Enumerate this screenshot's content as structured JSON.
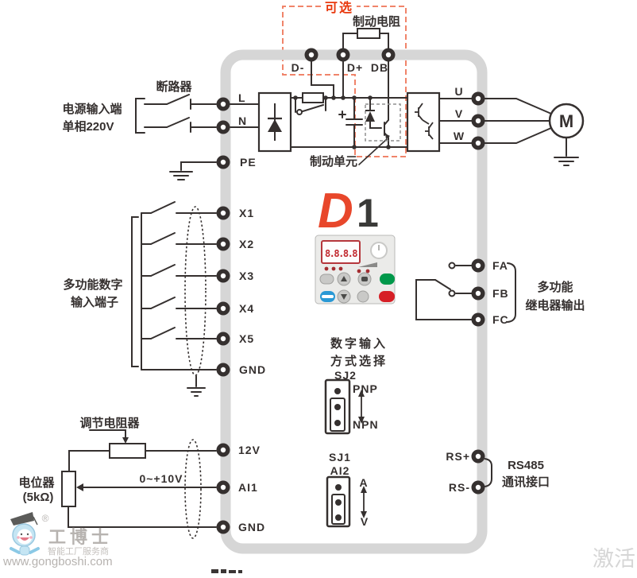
{
  "colors": {
    "line": "#35302f",
    "red_dash": "#f0846a",
    "red_text": "#e8380d",
    "logo_red": "#e8472b",
    "border_gray": "#d6d6d6",
    "run_green": "#00984a",
    "stop_red": "#d61f26",
    "display_red": "#c1272d",
    "watermark_gray": "#b7b3b0"
  },
  "optional": {
    "label": "可选",
    "resistor": "制动电阻"
  },
  "top_terminals": {
    "dm": "D-",
    "dp": "D+",
    "db": "DB"
  },
  "power": {
    "breaker": "断路器",
    "input1": "电源输入端",
    "input2": "单相220V",
    "l": "L",
    "n": "N",
    "pe": "PE"
  },
  "brake": {
    "unit": "制动单元"
  },
  "output": {
    "u": "U",
    "v": "V",
    "w": "W",
    "motor": "M"
  },
  "digital": {
    "label1": "多功能数字",
    "label2": "输入端子",
    "x1": "X1",
    "x2": "X2",
    "x3": "X3",
    "x4": "X4",
    "x5": "X5",
    "gnd": "GND"
  },
  "relay": {
    "fa": "FA",
    "fb": "FB",
    "fc": "FC",
    "label1": "多功能",
    "label2": "继电器输出"
  },
  "logo": {
    "d": "D",
    "one": "1"
  },
  "keypad": {
    "display": "8.8.8.8"
  },
  "mode": {
    "label1": "数字输入",
    "label2": "方式选择",
    "jumper": "SJ2",
    "top": "PNP",
    "bottom": "NPN"
  },
  "analog": {
    "adjust": "调节电阻器",
    "pot1": "电位器",
    "pot2": "(5kΩ)",
    "range": "0~+10V",
    "v12": "12V",
    "ai1": "AI1",
    "gnd": "GND",
    "jumper": "SJ1",
    "channel": "AI2",
    "a": "A",
    "v": "V"
  },
  "comm": {
    "rsp": "RS+",
    "rsm": "RS-",
    "label1": "RS485",
    "label2": "通讯接口"
  },
  "watermark": {
    "reg": "®",
    "brand": "工博士",
    "tagline": "智能工厂服务商",
    "url": "www.gongboshi.com",
    "activate": "激活"
  }
}
